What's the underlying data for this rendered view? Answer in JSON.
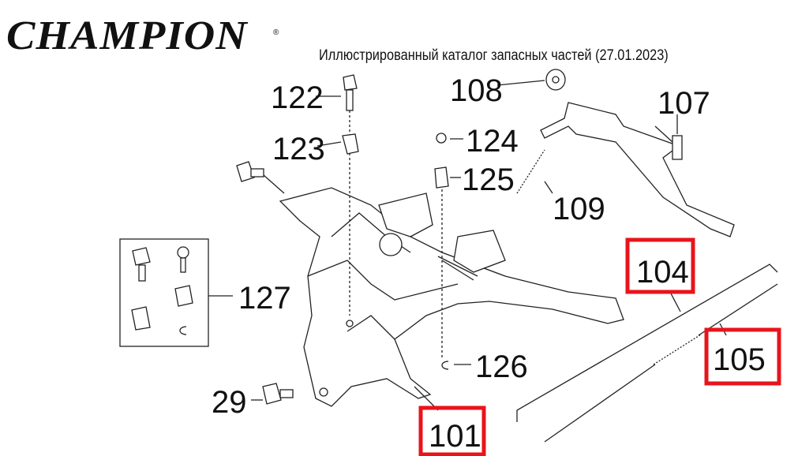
{
  "header": {
    "brand": "CHAMPION",
    "registered_mark": "®",
    "title": "Иллюстрированный каталог запасных частей (27.01.2023)"
  },
  "highlight_color": "#e8141c",
  "parts": [
    {
      "id": "p122",
      "label": "122",
      "highlighted": false
    },
    {
      "id": "p123",
      "label": "123",
      "highlighted": false
    },
    {
      "id": "p124",
      "label": "124",
      "highlighted": false
    },
    {
      "id": "p125",
      "label": "125",
      "highlighted": false
    },
    {
      "id": "p108",
      "label": "108",
      "highlighted": false
    },
    {
      "id": "p107",
      "label": "107",
      "highlighted": false
    },
    {
      "id": "p109",
      "label": "109",
      "highlighted": false
    },
    {
      "id": "p127",
      "label": "127",
      "highlighted": false
    },
    {
      "id": "p104",
      "label": "104",
      "highlighted": true
    },
    {
      "id": "p105",
      "label": "105",
      "highlighted": true
    },
    {
      "id": "p126",
      "label": "126",
      "highlighted": false
    },
    {
      "id": "p29",
      "label": "29",
      "highlighted": false
    },
    {
      "id": "p101",
      "label": "101",
      "highlighted": true
    }
  ]
}
